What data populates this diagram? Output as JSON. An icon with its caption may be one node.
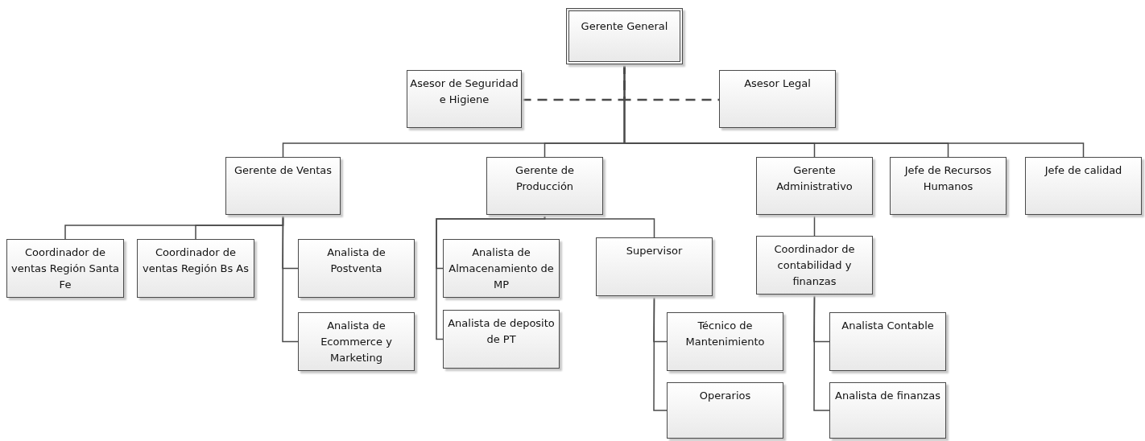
{
  "diagram": {
    "nodes": [
      {
        "text": [
          "Gerente General"
        ]
      },
      {
        "text": [
          "Asesor de Seguridad e Higiene"
        ]
      },
      {
        "text": [
          "Asesor Legal"
        ]
      },
      {
        "text": [
          "Gerente de Ventas"
        ]
      },
      {
        "text": [
          "Gerente de Producción"
        ]
      },
      {
        "text": [
          "Gerente Administrativo"
        ]
      },
      {
        "text": [
          "Jefe de Recursos Humanos"
        ]
      },
      {
        "text": [
          "Jefe de calidad"
        ]
      },
      {
        "text": [
          "Coordinador de ventas Región Santa Fe"
        ]
      },
      {
        "text": [
          "Coordinador de ventas Región Bs As"
        ]
      },
      {
        "text": [
          "Analista de Postventa"
        ]
      },
      {
        "text": [
          "Analista de Ecommerce y Marketing"
        ]
      },
      {
        "text": [
          "Analista de Almacenamiento de MP"
        ]
      },
      {
        "text": [
          "Analista de deposito de PT"
        ]
      },
      {
        "text": [
          "Supervisor"
        ]
      },
      {
        "text": [
          "Coordinador de contabilidad y finanzas"
        ]
      },
      {
        "text": [
          "Técnico de Mantenimiento"
        ]
      },
      {
        "text": [
          "Operarios"
        ]
      },
      {
        "text": [
          "Analista Contable"
        ]
      },
      {
        "text": [
          "Analista de finanzas"
        ]
      }
    ],
    "edges": [
      {
        "from": 0,
        "to": 1,
        "arrow": "none",
        "style": "dashed"
      },
      {
        "from": 0,
        "to": 2,
        "arrow": "none",
        "style": "dashed"
      },
      {
        "from": 0,
        "to": 3,
        "arrow": "none"
      },
      {
        "from": 0,
        "to": 4,
        "arrow": "none"
      },
      {
        "from": 0,
        "to": 5,
        "arrow": "none"
      },
      {
        "from": 0,
        "to": 6,
        "arrow": "none"
      },
      {
        "from": 0,
        "to": 7,
        "arrow": "none"
      },
      {
        "from": 3,
        "to": 8,
        "arrow": "none"
      },
      {
        "from": 3,
        "to": 9,
        "arrow": "none"
      },
      {
        "from": 3,
        "to": 10,
        "arrow": "none"
      },
      {
        "from": 3,
        "to": 11,
        "arrow": "none"
      },
      {
        "from": 4,
        "to": 12,
        "arrow": "none"
      },
      {
        "from": 4,
        "to": 13,
        "arrow": "none"
      },
      {
        "from": 4,
        "to": 14,
        "arrow": "none"
      },
      {
        "from": 5,
        "to": 15,
        "arrow": "none"
      },
      {
        "from": 14,
        "to": 16,
        "arrow": "none"
      },
      {
        "from": 14,
        "to": 17,
        "arrow": "none"
      },
      {
        "from": 15,
        "to": 18,
        "arrow": "none"
      },
      {
        "from": 15,
        "to": 19,
        "arrow": "none"
      }
    ]
  }
}
